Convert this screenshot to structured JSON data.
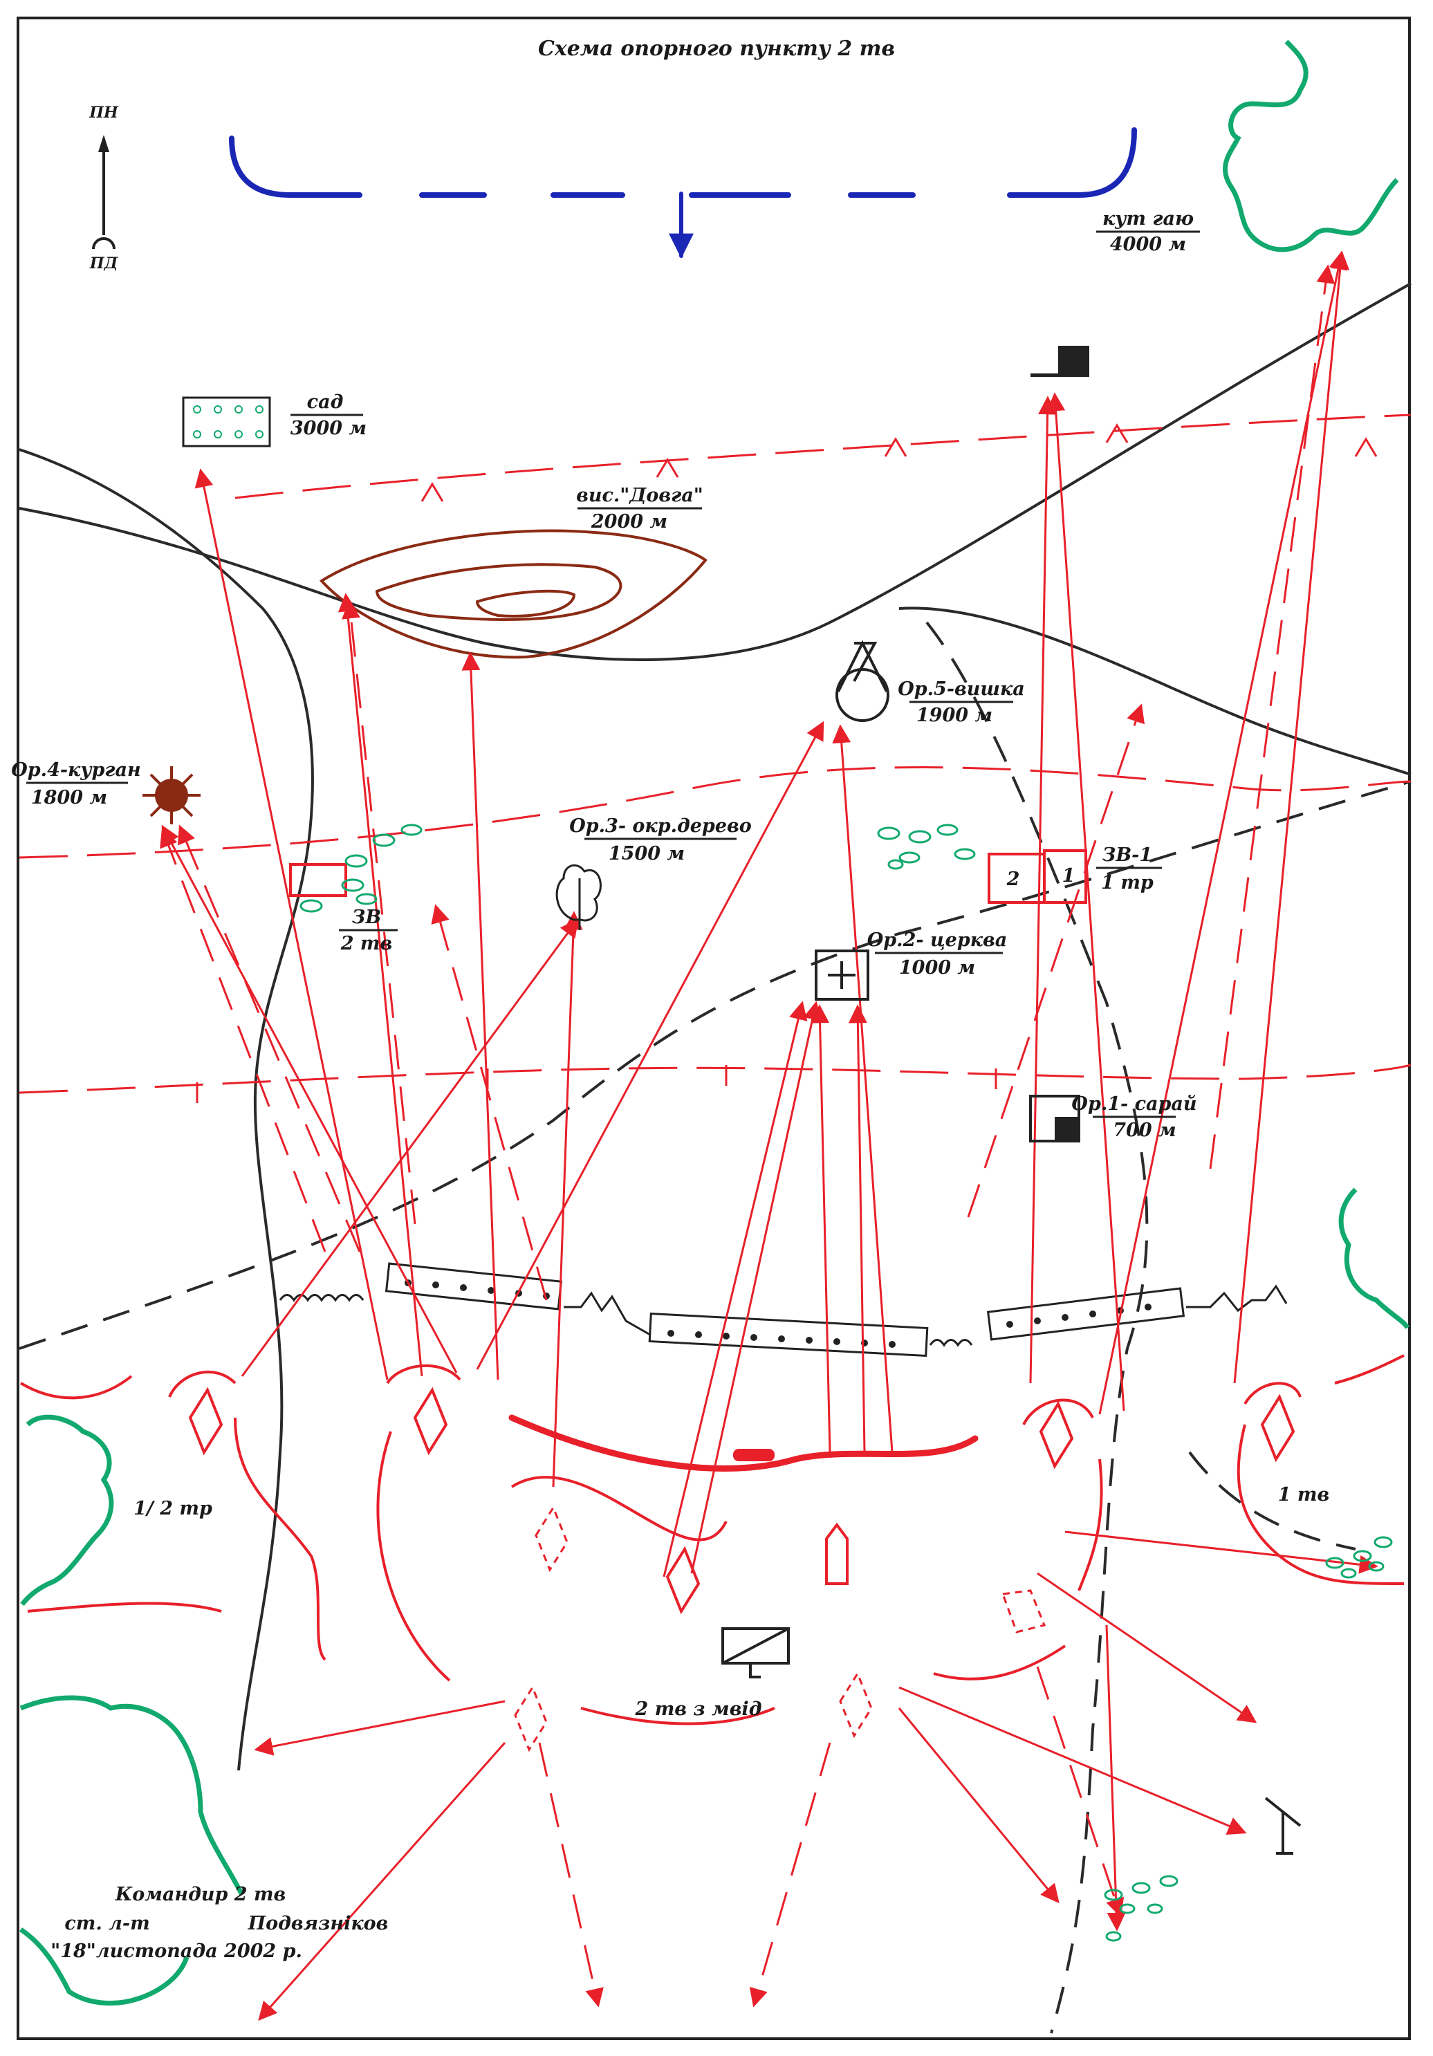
{
  "title": "Схема опорного пункту 2 тв",
  "compass": {
    "north": "ПН",
    "south": "ПД"
  },
  "landmarks": {
    "grove": {
      "name": "кут гаю",
      "distance": "4000 м"
    },
    "orchard": {
      "name": "сад",
      "distance": "3000 м"
    },
    "height": {
      "name": "вис.\"Довга\"",
      "distance": "2000 м"
    },
    "ref5": {
      "name": "Ор.5-вишка",
      "distance": "1900 м"
    },
    "ref4": {
      "name": "Ор.4-курган",
      "distance": "1800 м"
    },
    "ref3": {
      "name": "Ор.3- окр.дерево",
      "distance": "1500 м"
    },
    "ref2": {
      "name": "Ор.2- церква",
      "distance": "1000 м"
    },
    "ref1": {
      "name": "Ор.1- сарай",
      "distance": "700 м"
    }
  },
  "units": {
    "zv1": {
      "name": "ЗВ-1",
      "sub": "1 тр",
      "cell_left": "2",
      "cell_right": "1"
    },
    "zv": {
      "name": "ЗВ",
      "sub": "2 тв"
    },
    "left_platoon": "1/ 2 тр",
    "right_platoon": "1 тв",
    "company_hq": "2 тв з мвід"
  },
  "signature": {
    "role": "Командир 2 тв",
    "rank": "ст. л-т",
    "surname": "Подвязніков",
    "date": "\"18\"листопада 2002 р."
  },
  "colors": {
    "red": "#e8202a",
    "blue": "#1a27b5",
    "brown": "#8b2a14",
    "green": "#12a96e",
    "black": "#222222"
  }
}
